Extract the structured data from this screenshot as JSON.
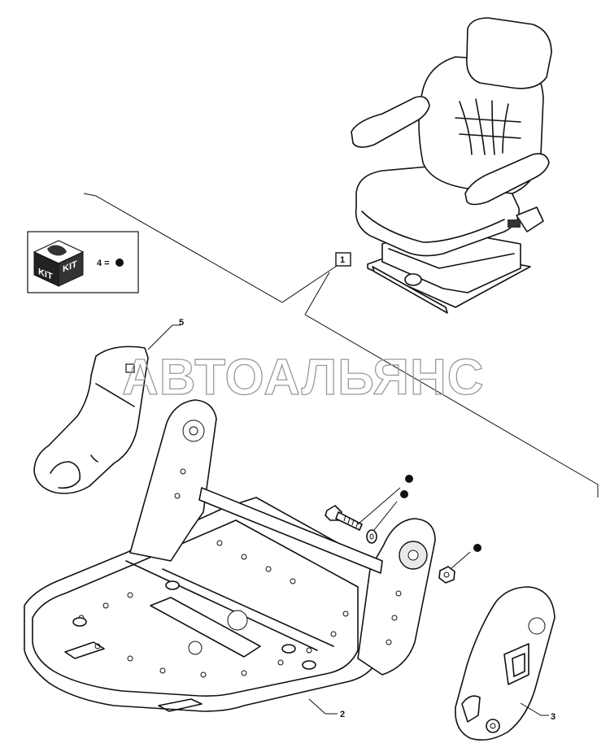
{
  "callouts": {
    "assembly": "1",
    "frame": "2",
    "cover_right": "3",
    "cover_left": "5"
  },
  "kit_box": {
    "kit_label_left": "KIT",
    "kit_label_right": "KIT",
    "legend_text": "4 ="
  },
  "watermark": "АВТОАЛЬЯНС",
  "icons": [
    "kit-box-icon",
    "kit-dot-icon"
  ]
}
